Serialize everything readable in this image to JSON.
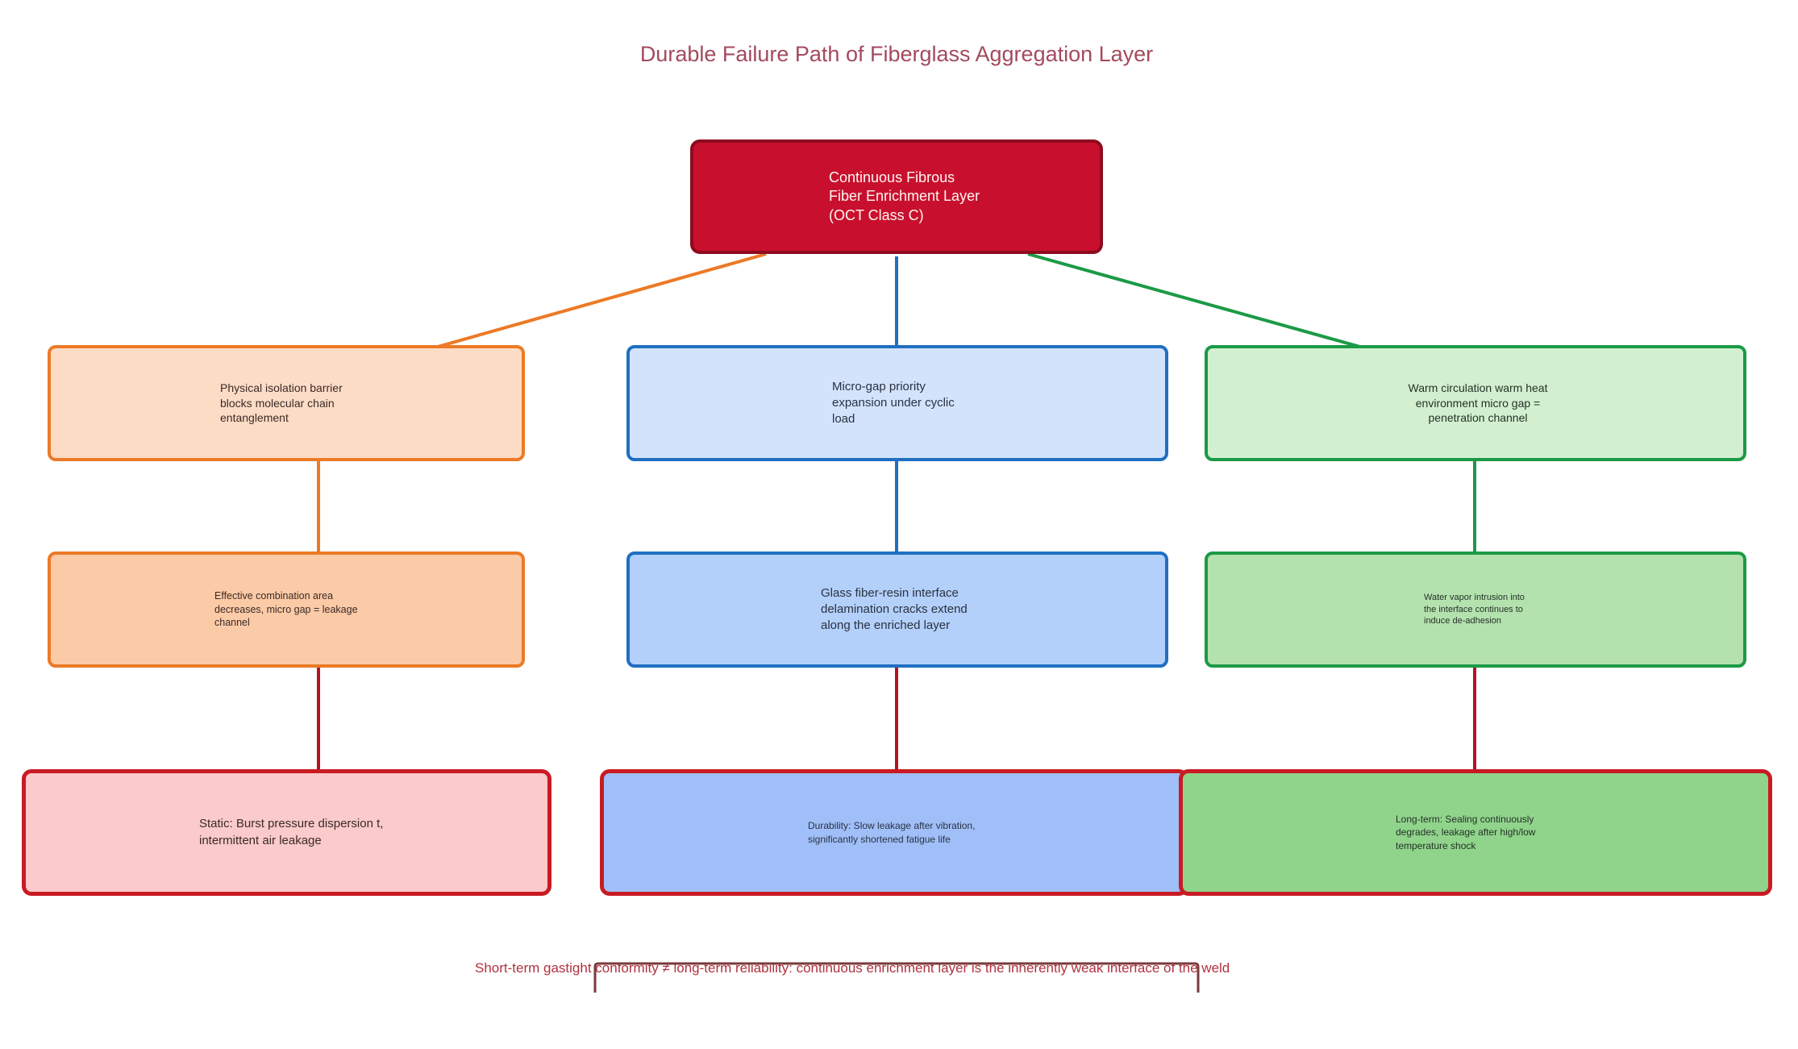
{
  "title": "Durable Failure Path of Fiberglass Aggregation Layer",
  "root": {
    "label": "Continuous Fibrous Fiber Enrichment Layer (OCT Class C)"
  },
  "branches": {
    "orange": {
      "step1": "Physical isolation barrier blocks molecular chain entanglement",
      "step2": "Effective combination area decreases, micro gap = leakage channel",
      "outcome": "Static: Burst pressure dispersion t, intermittent air leakage"
    },
    "blue": {
      "step1": "Micro-gap priority expansion under cyclic load",
      "step2": "Glass fiber-resin interface delamination cracks extend along the enriched layer",
      "outcome": "Durability: Slow leakage after vibration, significantly shortened fatigue life"
    },
    "green": {
      "step1": "Warm circulation warm heat environment micro gap = penetration channel",
      "step2": "Water vapor intrusion into the interface continues to induce de-adhesion",
      "outcome": "Long-term: Sealing continuously degrades, leakage after high/low temperature shock"
    }
  },
  "footer": "Short-term gastight conformity ≠ long-term reliability: continuous enrichment layer is the inherently weak interface of the weld",
  "colors": {
    "orange": "#ec7a26",
    "blue": "#1f6fc2",
    "green": "#1c9a46",
    "red": "#b3141f"
  }
}
